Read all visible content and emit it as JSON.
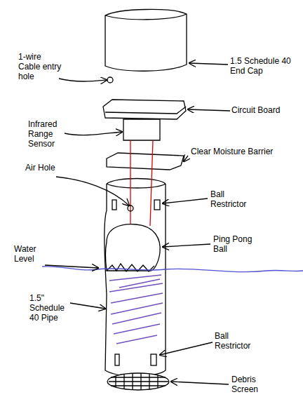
{
  "diagram": {
    "labels": [
      "1-wire Cable entry hole",
      "1.5 Schedule 40 End Cap",
      "Circuit Board",
      "Infrared Range Sensor",
      "Clear Moisture Barrier",
      "Air Hole",
      "Ball Restrictor",
      "Ping Pong Ball",
      "Water Level",
      "1.5\" Schedule 40 Pipe",
      "Ball Restrictor",
      "Debris Screen"
    ]
  }
}
